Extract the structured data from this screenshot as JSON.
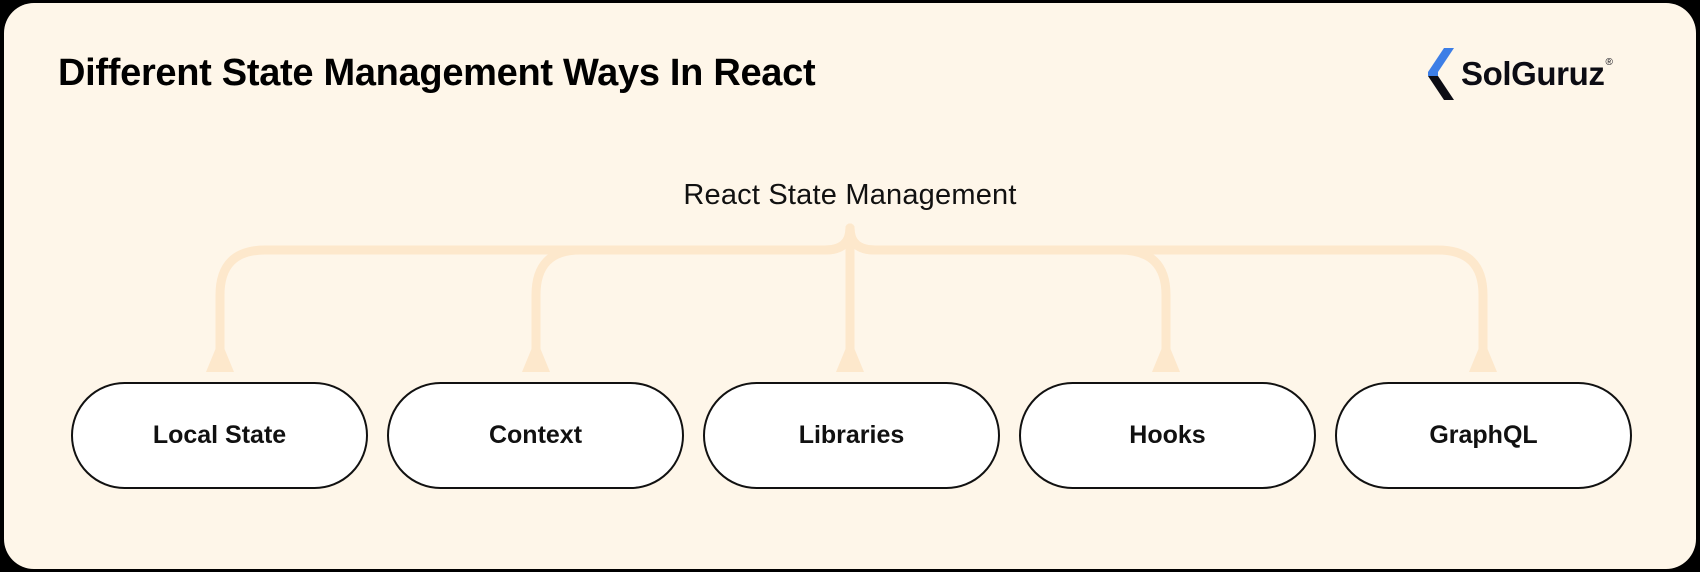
{
  "header": {
    "title": "Different State Management Ways In React",
    "brand": "SolGuruz",
    "brand_mark": "®"
  },
  "diagram": {
    "root": "React State Management",
    "children": [
      "Local State",
      "Context",
      "Libraries",
      "Hooks",
      "GraphQL"
    ]
  },
  "colors": {
    "background": "#fef6e9",
    "connector": "#fde8cc",
    "node_fill": "#ffffff",
    "node_border": "#111111",
    "logo_blue": "#3d7ee6",
    "logo_dark": "#0c0c14"
  },
  "icons": {
    "logo": "solguruz-logo-icon",
    "arrow": "up-arrow-icon"
  }
}
